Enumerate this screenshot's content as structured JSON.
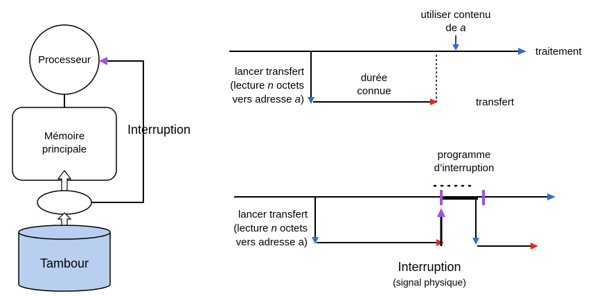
{
  "left_diagram": {
    "processor": "Processeur",
    "memory_line1": "Mémoire",
    "memory_line2": "principale",
    "drum": "Tambour",
    "interrupt_line": "Interruption"
  },
  "top_timeline": {
    "use_content_line1": "utiliser contenu",
    "use_content_line2_prefix": "de ",
    "use_content_line2_var": "a",
    "processing": "traitement",
    "launch_line1": "lancer transfert",
    "launch_line2_prefix": "(lecture ",
    "launch_line2_var": "n",
    "launch_line2_suffix": " octets",
    "launch_line3_prefix": "vers adresse ",
    "launch_line3_var": "a",
    "launch_line3_suffix": ")",
    "duration_line1": "durée",
    "duration_line2": "connue",
    "transfer": "transfert"
  },
  "bottom_timeline": {
    "program_line1": "programme",
    "program_line2": "d’interruption",
    "launch_line1": "lancer transfert",
    "launch_line2_prefix": "(lecture ",
    "launch_line2_var": "n",
    "launch_line2_suffix": " octets",
    "launch_line3": "vers adresse a)",
    "interrupt_title": "Interruption",
    "interrupt_subtitle": "(signal physique)"
  },
  "colors": {
    "drum_fill": "#b8cff0",
    "arrow_blue": "#2b6fd6",
    "arrow_red": "#e8251a",
    "interrupt_purple": "#a64ce0"
  }
}
